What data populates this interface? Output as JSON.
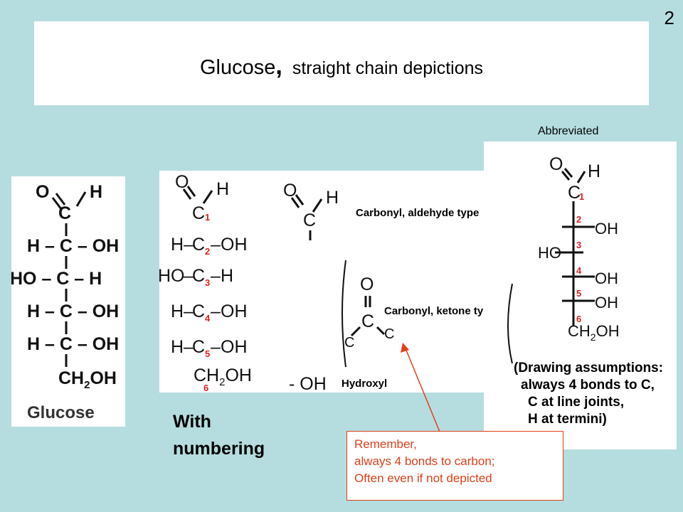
{
  "slide_number": "2",
  "title": {
    "main": "Glucose",
    "comma": ",",
    "sub": "straight chain depictions"
  },
  "abbreviated_label": "Abbreviated",
  "with_numbering": [
    "With",
    "numbering"
  ],
  "panel1": {
    "rows": [
      "H – C – OH",
      "HO – C – H",
      "H – C – OH",
      "H – C – OH"
    ],
    "caption": "Glucose"
  },
  "atoms": {
    "O": "O",
    "H": "H",
    "C": "C",
    "OH": "OH",
    "HO": "HO",
    "CH": "CH",
    "sub2": "2",
    "dash": "–"
  },
  "carbon_numbers": [
    "1",
    "2",
    "3",
    "4",
    "5",
    "6"
  ],
  "groups": {
    "aldehyde": "Carbonyl, aldehyde type",
    "ketone": "Carbonyl, ketone type",
    "hydroxyl_formula": "- OH",
    "hydroxyl": "Hydroxyl"
  },
  "assumptions": [
    "(Drawing assumptions:",
    "always 4 bonds to C,",
    "C at line joints,",
    "H at termini)"
  ],
  "note": [
    "Remember,",
    "always 4 bonds to carbon;",
    "Often even if not depicted"
  ],
  "colors": {
    "background": "#b5dde0",
    "note": "#e0401a",
    "number": "#e02020"
  }
}
